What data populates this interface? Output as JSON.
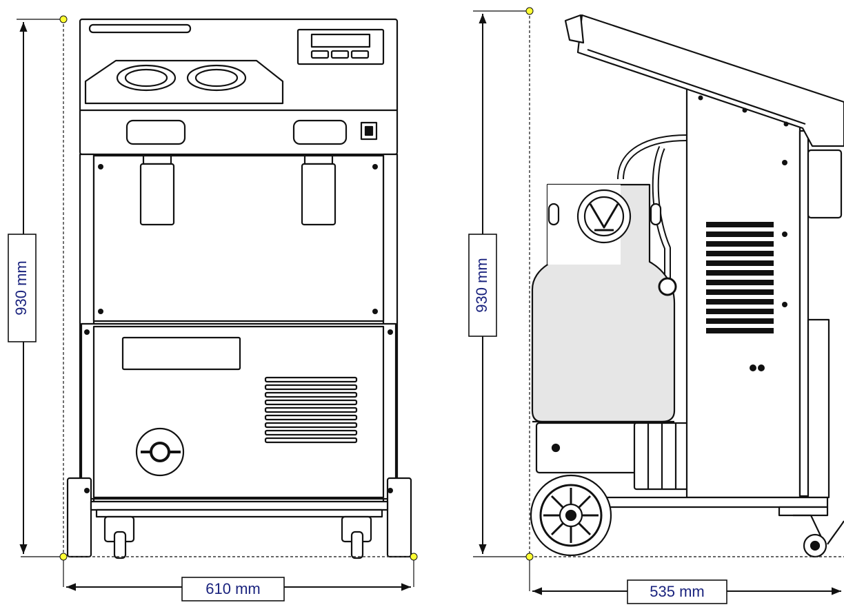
{
  "front_view": {
    "height_label": "930 mm",
    "width_label": "610 mm"
  },
  "side_view": {
    "height_label": "930 mm",
    "width_label": "535 mm"
  },
  "colors": {
    "dimension_text": "#1a237e",
    "marker": "#ffff33",
    "outline": "#111111",
    "shade": "#e6e6e6"
  }
}
